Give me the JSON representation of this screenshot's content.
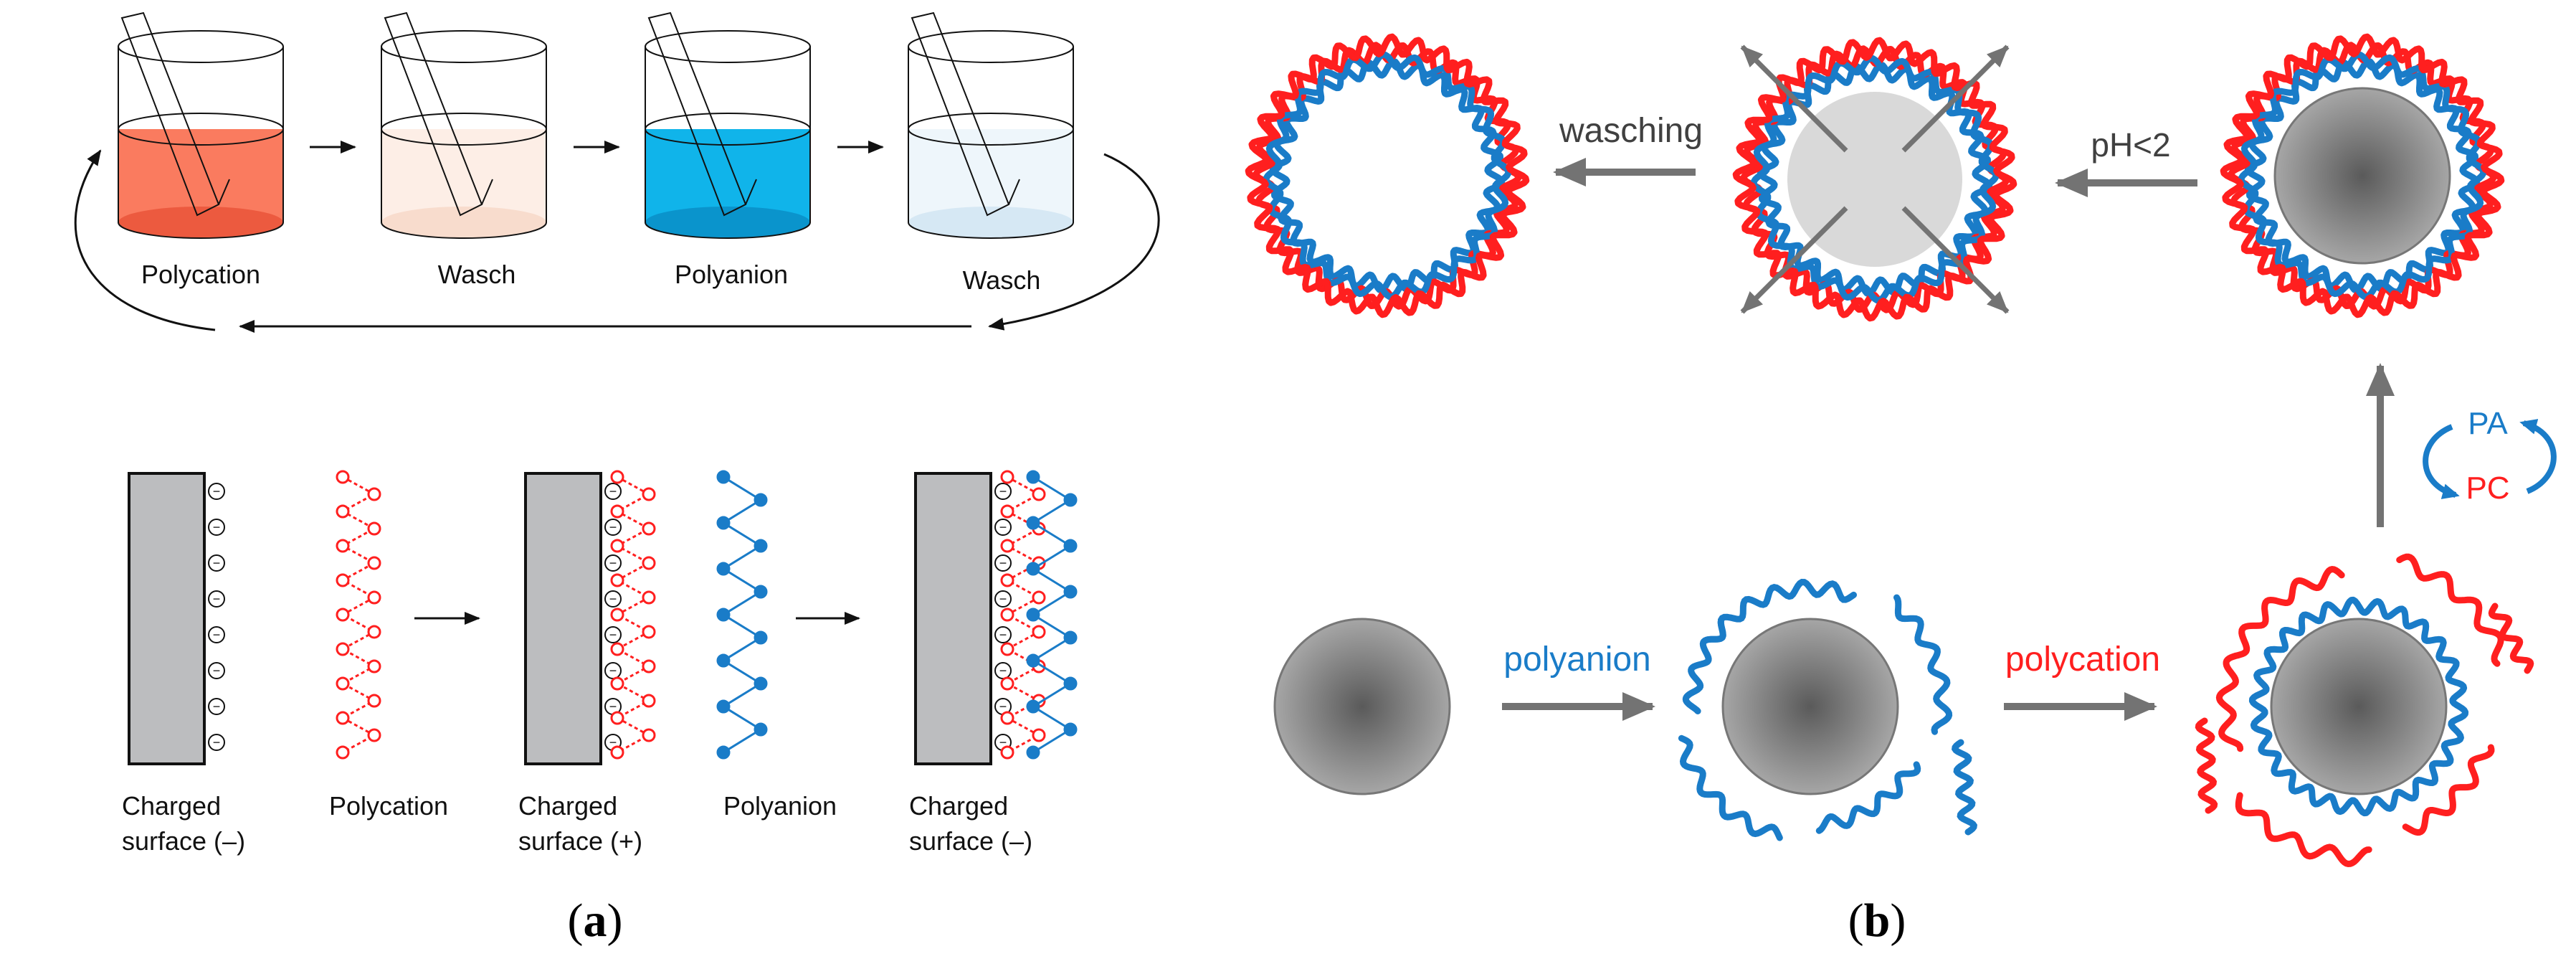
{
  "panel_a": {
    "panel_label_open": "(",
    "panel_label_letter": "a",
    "panel_label_close": ")",
    "beakers": [
      {
        "label": "Polycation",
        "liquid": "#fa7b5f",
        "liquid_dark": "#ec5a3f"
      },
      {
        "label": "Wasch",
        "liquid": "#fdeee6",
        "liquid_dark": "#f8dccd"
      },
      {
        "label": "Polyanion",
        "liquid": "#10b4ea",
        "liquid_dark": "#0a94cc"
      },
      {
        "label": "Wasch",
        "liquid": "#eef6fb",
        "liquid_dark": "#d6e8f4"
      }
    ],
    "surfaces": [
      {
        "label_line1": "Charged",
        "label_line2": "surface (–)"
      },
      {
        "label_line1": "Charged",
        "label_line2": "surface (+)"
      },
      {
        "label_line1": "Charged",
        "label_line2": "surface (–)"
      }
    ],
    "free_chains": [
      "Polycation",
      "Polyanion"
    ],
    "surface_charge_symbol": "−"
  },
  "panel_b": {
    "panel_label_open": "(",
    "panel_label_letter": "b",
    "panel_label_close": ")",
    "arrow_labels": {
      "polyanion": "polyanion",
      "polycation": "polycation",
      "washing": "wasching",
      "acid": "pH<2"
    },
    "cycle": {
      "top": "PA",
      "bottom": "PC"
    }
  },
  "colors": {
    "polycation": "#ff1f1f",
    "polyanion": "#1a7cc8",
    "arrow_gray": "#737373",
    "surface_gray": "#bcbdbf",
    "core_gray": "#8b8b8b",
    "dissolved_core": "#d9d9d9"
  }
}
